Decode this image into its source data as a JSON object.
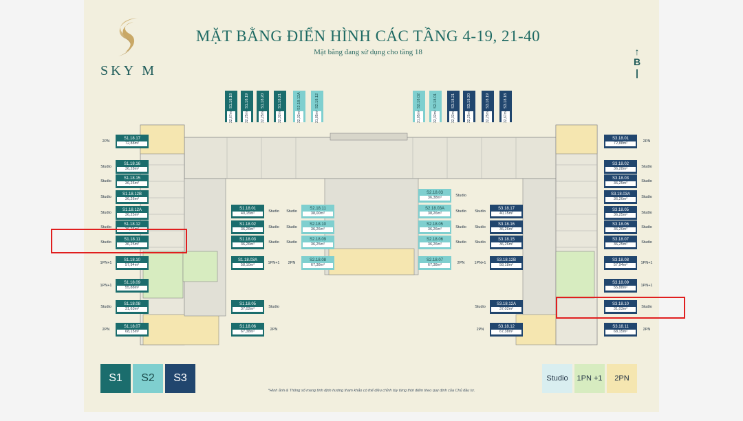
{
  "brand": {
    "name": "SKY M"
  },
  "title": "MẶT BẰNG ĐIỂN HÌNH CÁC TẦNG 4-19, 21-40",
  "subtitle": "Mặt bằng đang sử dụng cho tầng 18",
  "north_label": "B",
  "note": "*Hình ảnh & Thông số mang tính định hướng tham khảo có thể điều chỉnh tùy từng thời điểm theo quy định của Chủ đầu tư.",
  "colors": {
    "s1": "#1b6d6d",
    "s2": "#7fcfcf",
    "s3": "#21466e",
    "studio": "#d9eef0",
    "1pn": "#d7ecc0",
    "2pn": "#f5e6b0",
    "highlight": "#e01e1e"
  },
  "left_units": [
    {
      "code": "S1.18.17",
      "area": "72,88m²",
      "type": "2PN"
    },
    {
      "code": "S1.18.16",
      "area": "36,28m²",
      "type": "Studio"
    },
    {
      "code": "S1.18.15",
      "area": "36,25m²",
      "type": "Studio"
    },
    {
      "code": "S1.18.12B",
      "area": "36,26m²",
      "type": "Studio"
    },
    {
      "code": "S1.18.12A",
      "area": "36,25m²",
      "type": "Studio"
    },
    {
      "code": "S1.18.12",
      "area": "36,26m²",
      "type": "Studio"
    },
    {
      "code": "S1.18.11",
      "area": "36,25m²",
      "type": "Studio"
    },
    {
      "code": "S1.18.10",
      "area": "57,94m²",
      "type": "1PN+1"
    },
    {
      "code": "S1.18.09",
      "area": "55,88m²",
      "type": "1PN+1"
    },
    {
      "code": "S1.18.08",
      "area": "31,63m²",
      "type": "Studio"
    },
    {
      "code": "S1.18.07",
      "area": "68,15m²",
      "type": "2PN"
    }
  ],
  "right_units": [
    {
      "code": "S3.18.01",
      "area": "72,88m²",
      "type": "2PN"
    },
    {
      "code": "S3.18.02",
      "area": "36,28m²",
      "type": "Studio"
    },
    {
      "code": "S3.18.03",
      "area": "36,25m²",
      "type": "Studio"
    },
    {
      "code": "S3.18.03A",
      "area": "36,26m²",
      "type": "Studio"
    },
    {
      "code": "S3.18.05",
      "area": "36,25m²",
      "type": "Studio"
    },
    {
      "code": "S3.18.06",
      "area": "36,26m²",
      "type": "Studio"
    },
    {
      "code": "S3.18.07",
      "area": "36,25m²",
      "type": "Studio"
    },
    {
      "code": "S3.18.08",
      "area": "57,94m²",
      "type": "1PN+1"
    },
    {
      "code": "S3.18.09",
      "area": "55,88m²",
      "type": "1PN+1"
    },
    {
      "code": "S3.18.10",
      "area": "31,03m²",
      "type": "Studio"
    },
    {
      "code": "S3.18.11",
      "area": "68,15m²",
      "type": "2PN"
    }
  ],
  "inner_left": [
    {
      "code": "S1.18.01",
      "area": "40,15m²",
      "type": "Studio"
    },
    {
      "code": "S1.18.02",
      "area": "36,26m²",
      "type": "Studio"
    },
    {
      "code": "S1.18.03",
      "area": "36,26m²",
      "type": "Studio"
    },
    {
      "code": "S1.18.03A",
      "area": "58,10m²",
      "type": "1PN+1"
    },
    {
      "code": "S1.18.05",
      "area": "37,02m²",
      "type": "Studio"
    },
    {
      "code": "S1.18.06",
      "area": "67,38m²",
      "type": "2PN"
    }
  ],
  "center_left": [
    {
      "code": "S2.18.11",
      "area": "38,00m²",
      "type": "Studio"
    },
    {
      "code": "S2.18.10",
      "area": "36,26m²",
      "type": "Studio"
    },
    {
      "code": "S2.18.09",
      "area": "36,25m²",
      "type": "Studio"
    },
    {
      "code": "S2.18.08",
      "area": "67,38m²",
      "type": "2PN"
    }
  ],
  "center_right": [
    {
      "code": "S2.18.03",
      "area": "36,38m²",
      "type": "Studio"
    },
    {
      "code": "S2.18.03A",
      "area": "38,26m²",
      "type": "Studio"
    },
    {
      "code": "S2.18.05",
      "area": "36,26m²",
      "type": "Studio"
    },
    {
      "code": "S2.18.06",
      "area": "36,26m²",
      "type": "Studio"
    },
    {
      "code": "S2.18.07",
      "area": "67,38m²",
      "type": "2PN"
    }
  ],
  "inner_right": [
    {
      "code": "S3.18.17",
      "area": "40,15m²",
      "type": "Studio"
    },
    {
      "code": "S3.18.16",
      "area": "36,26m²",
      "type": "Studio"
    },
    {
      "code": "S3.18.15",
      "area": "36,26m²",
      "type": "Studio"
    },
    {
      "code": "S3.18.12B",
      "area": "58,18m²",
      "type": "1PN+1"
    },
    {
      "code": "S3.18.12A",
      "area": "37,02m²",
      "type": "Studio"
    },
    {
      "code": "S3.18.12",
      "area": "67,38m²",
      "type": "2PN"
    }
  ],
  "top_left": [
    {
      "code": "S1.18.18",
      "area": "32,67m²"
    },
    {
      "code": "S1.18.19",
      "area": "32,25m²"
    },
    {
      "code": "S1.18.20",
      "area": "32,25m²"
    },
    {
      "code": "S1.18.21",
      "area": "32,32m²"
    },
    {
      "code": "S2.18.12A",
      "area": "32,32m²"
    },
    {
      "code": "S2.18.12",
      "area": "31,85m²"
    }
  ],
  "top_right": [
    {
      "code": "S2.18.02",
      "area": "31,85m²"
    },
    {
      "code": "S2.18.01",
      "area": "32,32m²"
    },
    {
      "code": "S3.18.21",
      "area": "32,32m²"
    },
    {
      "code": "S3.18.20",
      "area": "32,25m²"
    },
    {
      "code": "S3.18.19",
      "area": "32,25m²"
    },
    {
      "code": "S3.18.18",
      "area": "32,67m²"
    }
  ],
  "legend": {
    "blocks": [
      "S1",
      "S2",
      "S3"
    ],
    "types": [
      "Studio",
      "1PN +1",
      "2PN"
    ]
  }
}
